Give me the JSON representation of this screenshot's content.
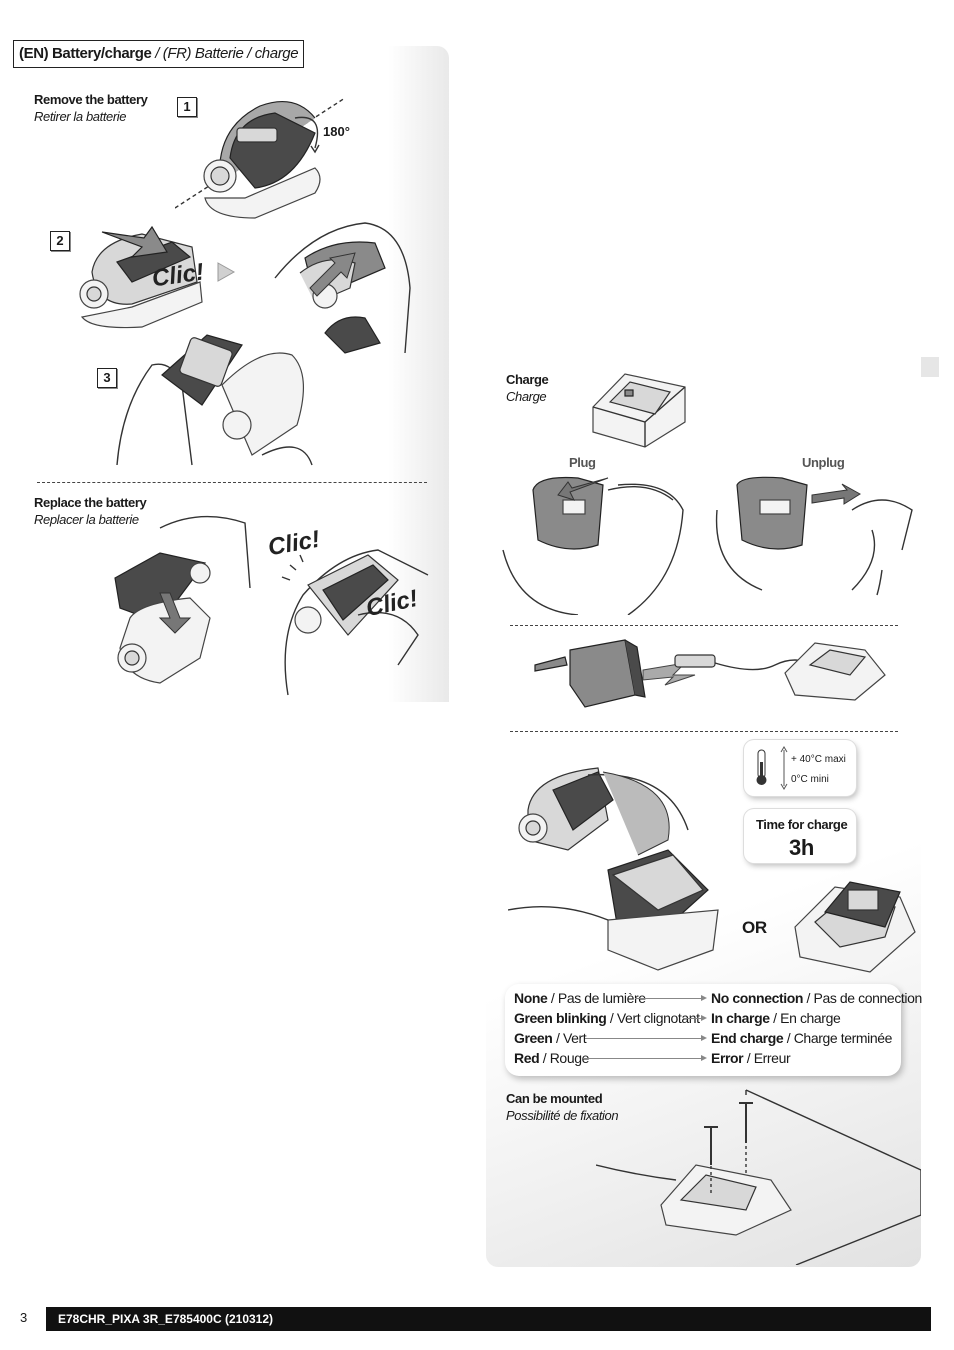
{
  "header": {
    "title_en": "(EN) Battery/charge",
    "title_fr": " / (FR) Batterie / charge"
  },
  "remove": {
    "label_en": "Remove the battery",
    "label_fr": "Retirer la batterie",
    "steps": [
      "1",
      "2",
      "3"
    ],
    "angle": "180°",
    "clic": "Clic!"
  },
  "replace": {
    "label_en": "Replace the battery",
    "label_fr": "Replacer la batterie",
    "clic1": "Clic!",
    "clic2": "Clic!"
  },
  "charge": {
    "label_en": "Charge",
    "label_fr": "Charge",
    "plug": "Plug",
    "unplug": "Unplug",
    "temp_max": "+ 40°C maxi",
    "temp_min": "0°C mini",
    "time_label": "Time for charge",
    "time_value": "3h",
    "or": "OR"
  },
  "status": [
    {
      "led_en": "None",
      "led_fr": " / Pas de lumière",
      "state_en": "No connection",
      "state_fr": " / Pas de connection"
    },
    {
      "led_en": "Green blinking",
      "led_fr": " / Vert  clignotant",
      "state_en": "In charge",
      "state_fr": " / En charge"
    },
    {
      "led_en": "Green",
      "led_fr": " / Vert",
      "state_en": "End charge",
      "state_fr": " / Charge terminée"
    },
    {
      "led_en": "Red",
      "led_fr": " / Rouge",
      "state_en": "Error",
      "state_fr": " / Erreur"
    }
  ],
  "mount": {
    "label_en": "Can be mounted",
    "label_fr": "Possibilité de fixation"
  },
  "footer": {
    "page": "3",
    "code": "E78CHR_PIXA 3R_E785400C (210312)"
  }
}
